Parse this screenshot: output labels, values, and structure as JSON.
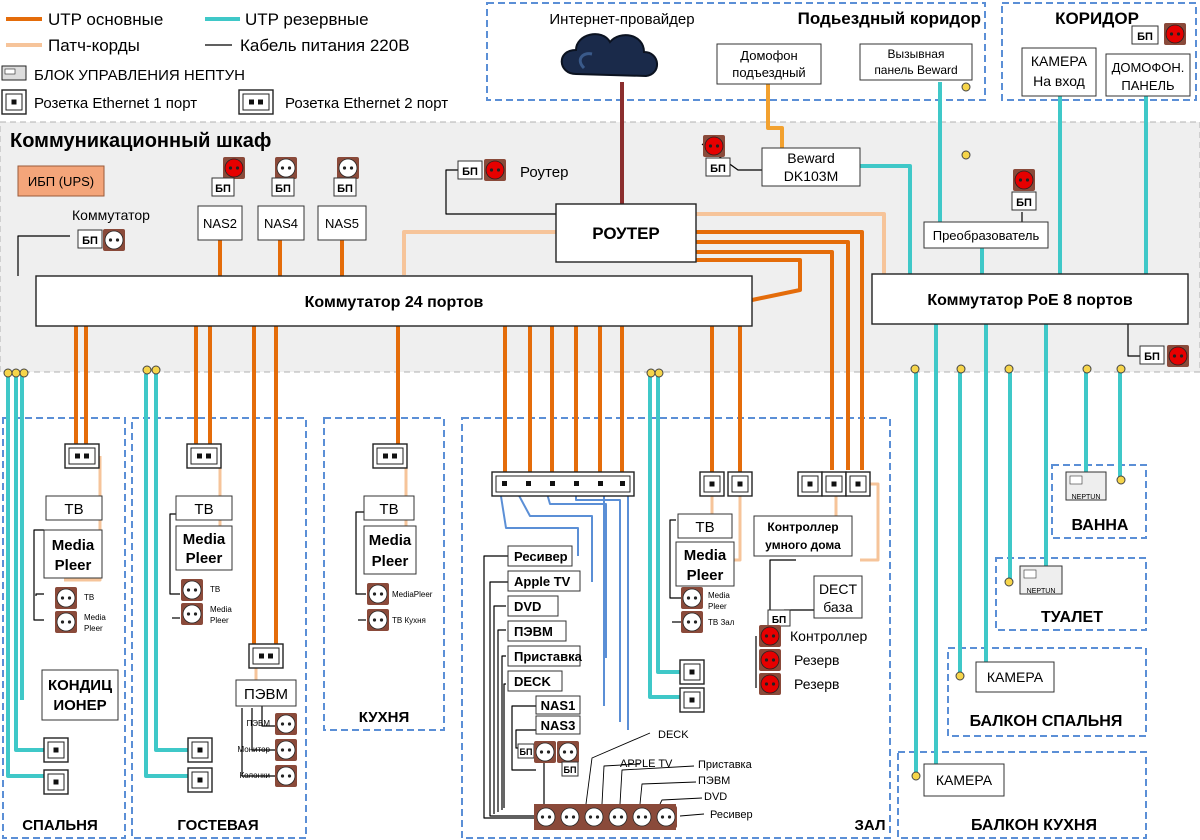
{
  "colors": {
    "utp_main": "#E46C0A",
    "utp_backup": "#3FC8C8",
    "patch": "#F6C49A",
    "power": "#000000",
    "orange_wire": "#F2A12F",
    "brown_wire": "#8B2E2E",
    "blue_wire": "#5B8FD6",
    "cabinet_bg": "#EFEFEF",
    "dashed": "#5B8FD6",
    "ups_fill": "#F4A57A",
    "socket_red": "#E60000",
    "socket_brown": "#8A4A3A"
  },
  "legend": {
    "utp_main": "UTP основные",
    "utp_backup": "UTP резервные",
    "patch": "Патч-корды",
    "power": "Кабель питания 220В",
    "neptun": "БЛОК УПРАВЛЕНИЯ НЕПТУН",
    "eth1": "Розетка Ethernet 1 порт",
    "eth2": "Розетка Ethernet 2 порт"
  },
  "top": {
    "internet": "Интернет-провайдер",
    "hallway": "Подьездный коридор",
    "intercom": [
      "Домофон",
      "подъездный"
    ],
    "beward_panel": [
      "Вызывная",
      "панель Beward"
    ],
    "corridor": "КОРИДОР",
    "camera_entry": [
      "КАМЕРА",
      "На вход"
    ],
    "bp": "БП",
    "door_panel": [
      "ДОМОФОН.",
      "ПАНЕЛЬ"
    ]
  },
  "cabinet": {
    "title": "Коммуникационный шкаф",
    "ups": "ИБП (UPS)",
    "switch_label": "Коммутатор",
    "bp": "БП",
    "nas2": "NAS2",
    "nas4": "NAS4",
    "nas5": "NAS5",
    "router": "РОУТЕР",
    "router_label": "Роутер",
    "beward": [
      "Beward",
      "DK103M"
    ],
    "converter": "Преобразователь",
    "switch24": "Коммутатор 24 портов",
    "switch_poe": "Коммутатор PoE 8 портов"
  },
  "bedroom": {
    "name": "СПАЛЬНЯ",
    "tv": "ТВ",
    "media": [
      "Media",
      "Pleer"
    ],
    "small_tv": "ТВ",
    "small_media": [
      "Media",
      "Pleer"
    ],
    "ac": [
      "КОНДИЦ",
      "ИОНЕР"
    ]
  },
  "guest": {
    "name": "ГОСТЕВАЯ",
    "tv": "ТВ",
    "media": [
      "Media",
      "Pleer"
    ],
    "small_tv": "ТВ",
    "small_media": [
      "Media",
      "Pleer"
    ],
    "pc": "ПЭВМ",
    "out_pc": "ПЭВМ",
    "out_monitor": "Монитор",
    "out_speakers": "Колонки"
  },
  "kitchen": {
    "name": "КУХНЯ",
    "tv": "ТВ",
    "media": [
      "Media",
      "Pleer"
    ],
    "small_media": "MediaPleer",
    "small_tv": "ТВ Кухня"
  },
  "hall": {
    "name": "ЗАЛ",
    "devices": [
      "Ресивер",
      "Apple TV",
      "DVD",
      "ПЭВМ",
      "Приставка",
      "DECK"
    ],
    "nas1": "NAS1",
    "nas3": "NAS3",
    "bp": "БП",
    "tv": "ТВ",
    "media": [
      "Media",
      "Pleer"
    ],
    "small_media": [
      "Media",
      "Pleer"
    ],
    "small_tv": "ТВ Зал",
    "smart_home": [
      "Контроллер",
      "умного дома"
    ],
    "dect": [
      "DECT",
      "база"
    ],
    "out_controller": "Контроллер",
    "out_reserve1": "Резерв",
    "out_reserve2": "Резерв",
    "strip_labels": [
      "DECK",
      "APPLE TV",
      "Приставка",
      "ПЭВМ",
      "DVD",
      "Ресивер"
    ]
  },
  "bathroom": {
    "name": "ВАННА",
    "neptun": "NEPTUN"
  },
  "toilet": {
    "name": "ТУАЛЕТ",
    "neptun": "NEPTUN"
  },
  "balcony_bed": {
    "name": "БАЛКОН СПАЛЬНЯ",
    "camera": "КАМЕРА"
  },
  "balcony_kitchen": {
    "name": "БАЛКОН КУХНЯ",
    "camera": "КАМЕРА"
  }
}
